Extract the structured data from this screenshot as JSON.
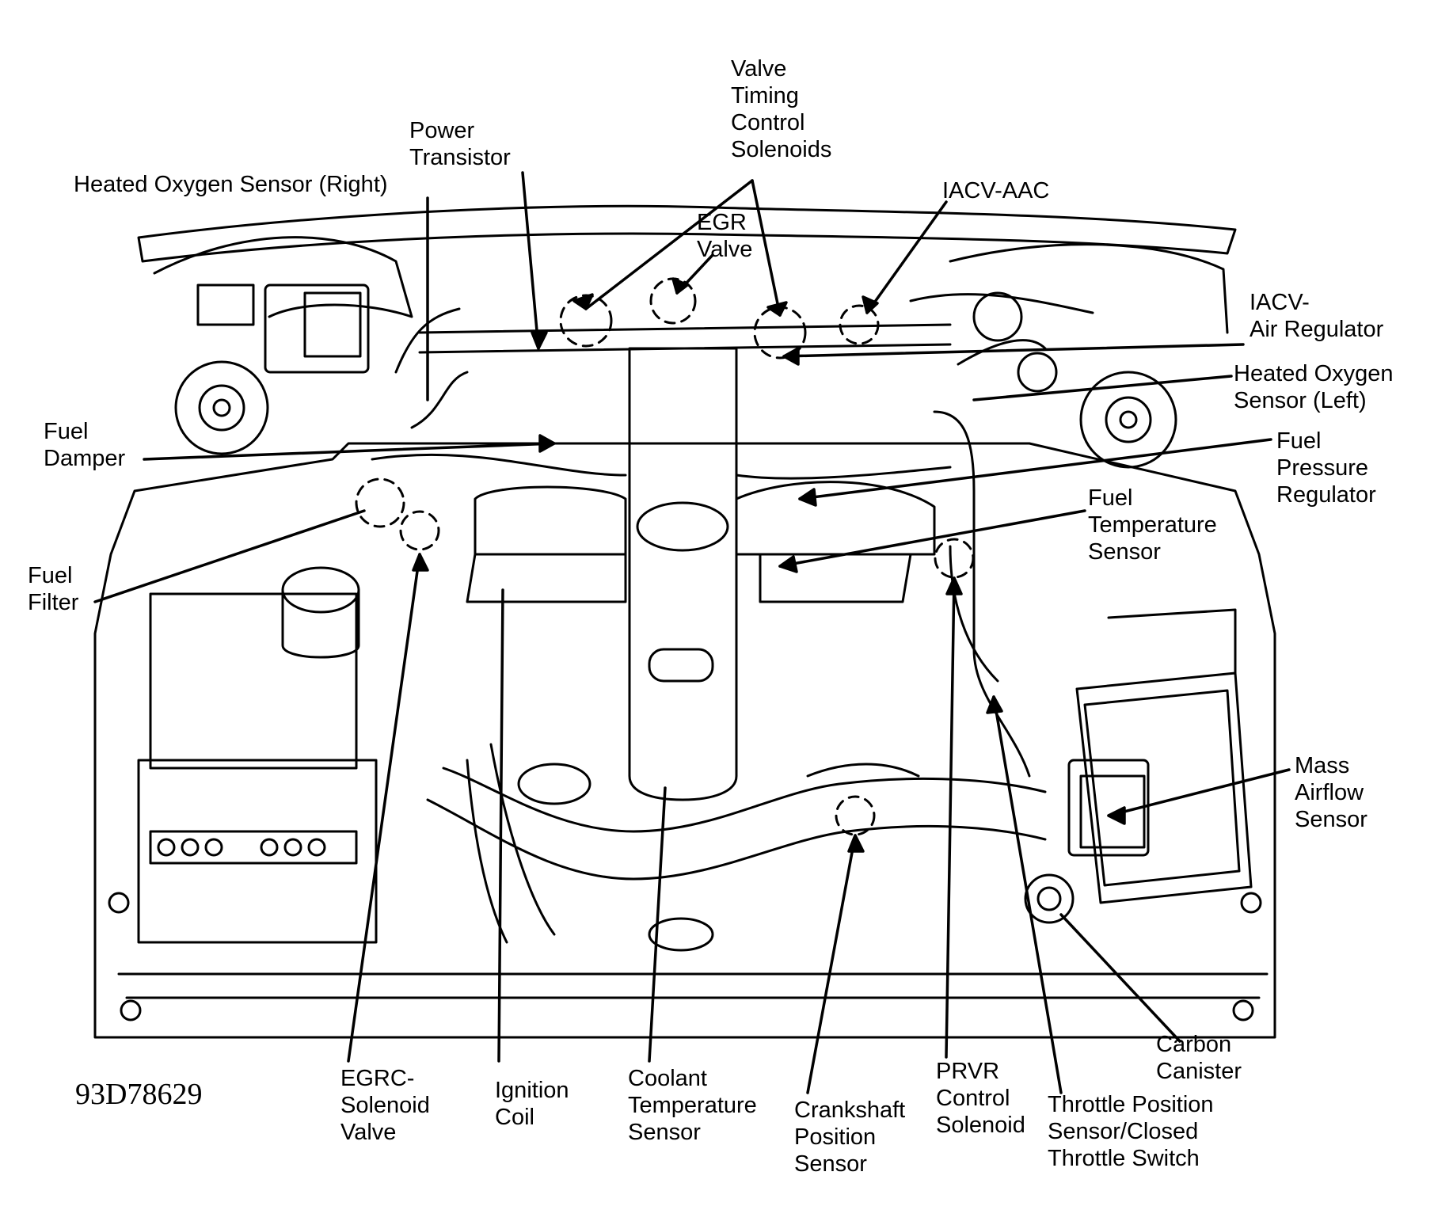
{
  "figure_id": "93D78629",
  "labels": {
    "valve_timing": [
      "Valve",
      "Timing",
      "Control",
      "Solenoids"
    ],
    "power_transistor": [
      "Power",
      "Transistor"
    ],
    "ho2s_right": [
      "Heated Oxygen Sensor (Right)"
    ],
    "egr_valve": [
      "EGR",
      "Valve"
    ],
    "iacv_aac": [
      "IACV-AAC"
    ],
    "iacv_air_regulator": [
      "IACV-",
      "Air Regulator"
    ],
    "ho2s_left": [
      "Heated Oxygen",
      "Sensor (Left)"
    ],
    "fuel_damper": [
      "Fuel",
      "Damper"
    ],
    "fuel_pressure_regulator": [
      "Fuel",
      "Pressure",
      "Regulator"
    ],
    "fuel_temperature_sensor": [
      "Fuel",
      "Temperature",
      "Sensor"
    ],
    "fuel_filter": [
      "Fuel",
      "Filter"
    ],
    "mass_airflow_sensor": [
      "Mass",
      "Airflow",
      "Sensor"
    ],
    "carbon_canister": [
      "Carbon",
      "Canister"
    ],
    "egrc_solenoid_valve": [
      "EGRC-",
      "Solenoid",
      "Valve"
    ],
    "ignition_coil": [
      "Ignition",
      "Coil"
    ],
    "coolant_temperature_sensor": [
      "Coolant",
      "Temperature",
      "Sensor"
    ],
    "crankshaft_position_sensor": [
      "Crankshaft",
      "Position",
      "Sensor"
    ],
    "prvr_control_solenoid": [
      "PRVR",
      "Control",
      "Solenoid"
    ],
    "throttle_position_sensor": [
      "Throttle Position",
      "Sensor/Closed",
      "Throttle Switch"
    ]
  }
}
